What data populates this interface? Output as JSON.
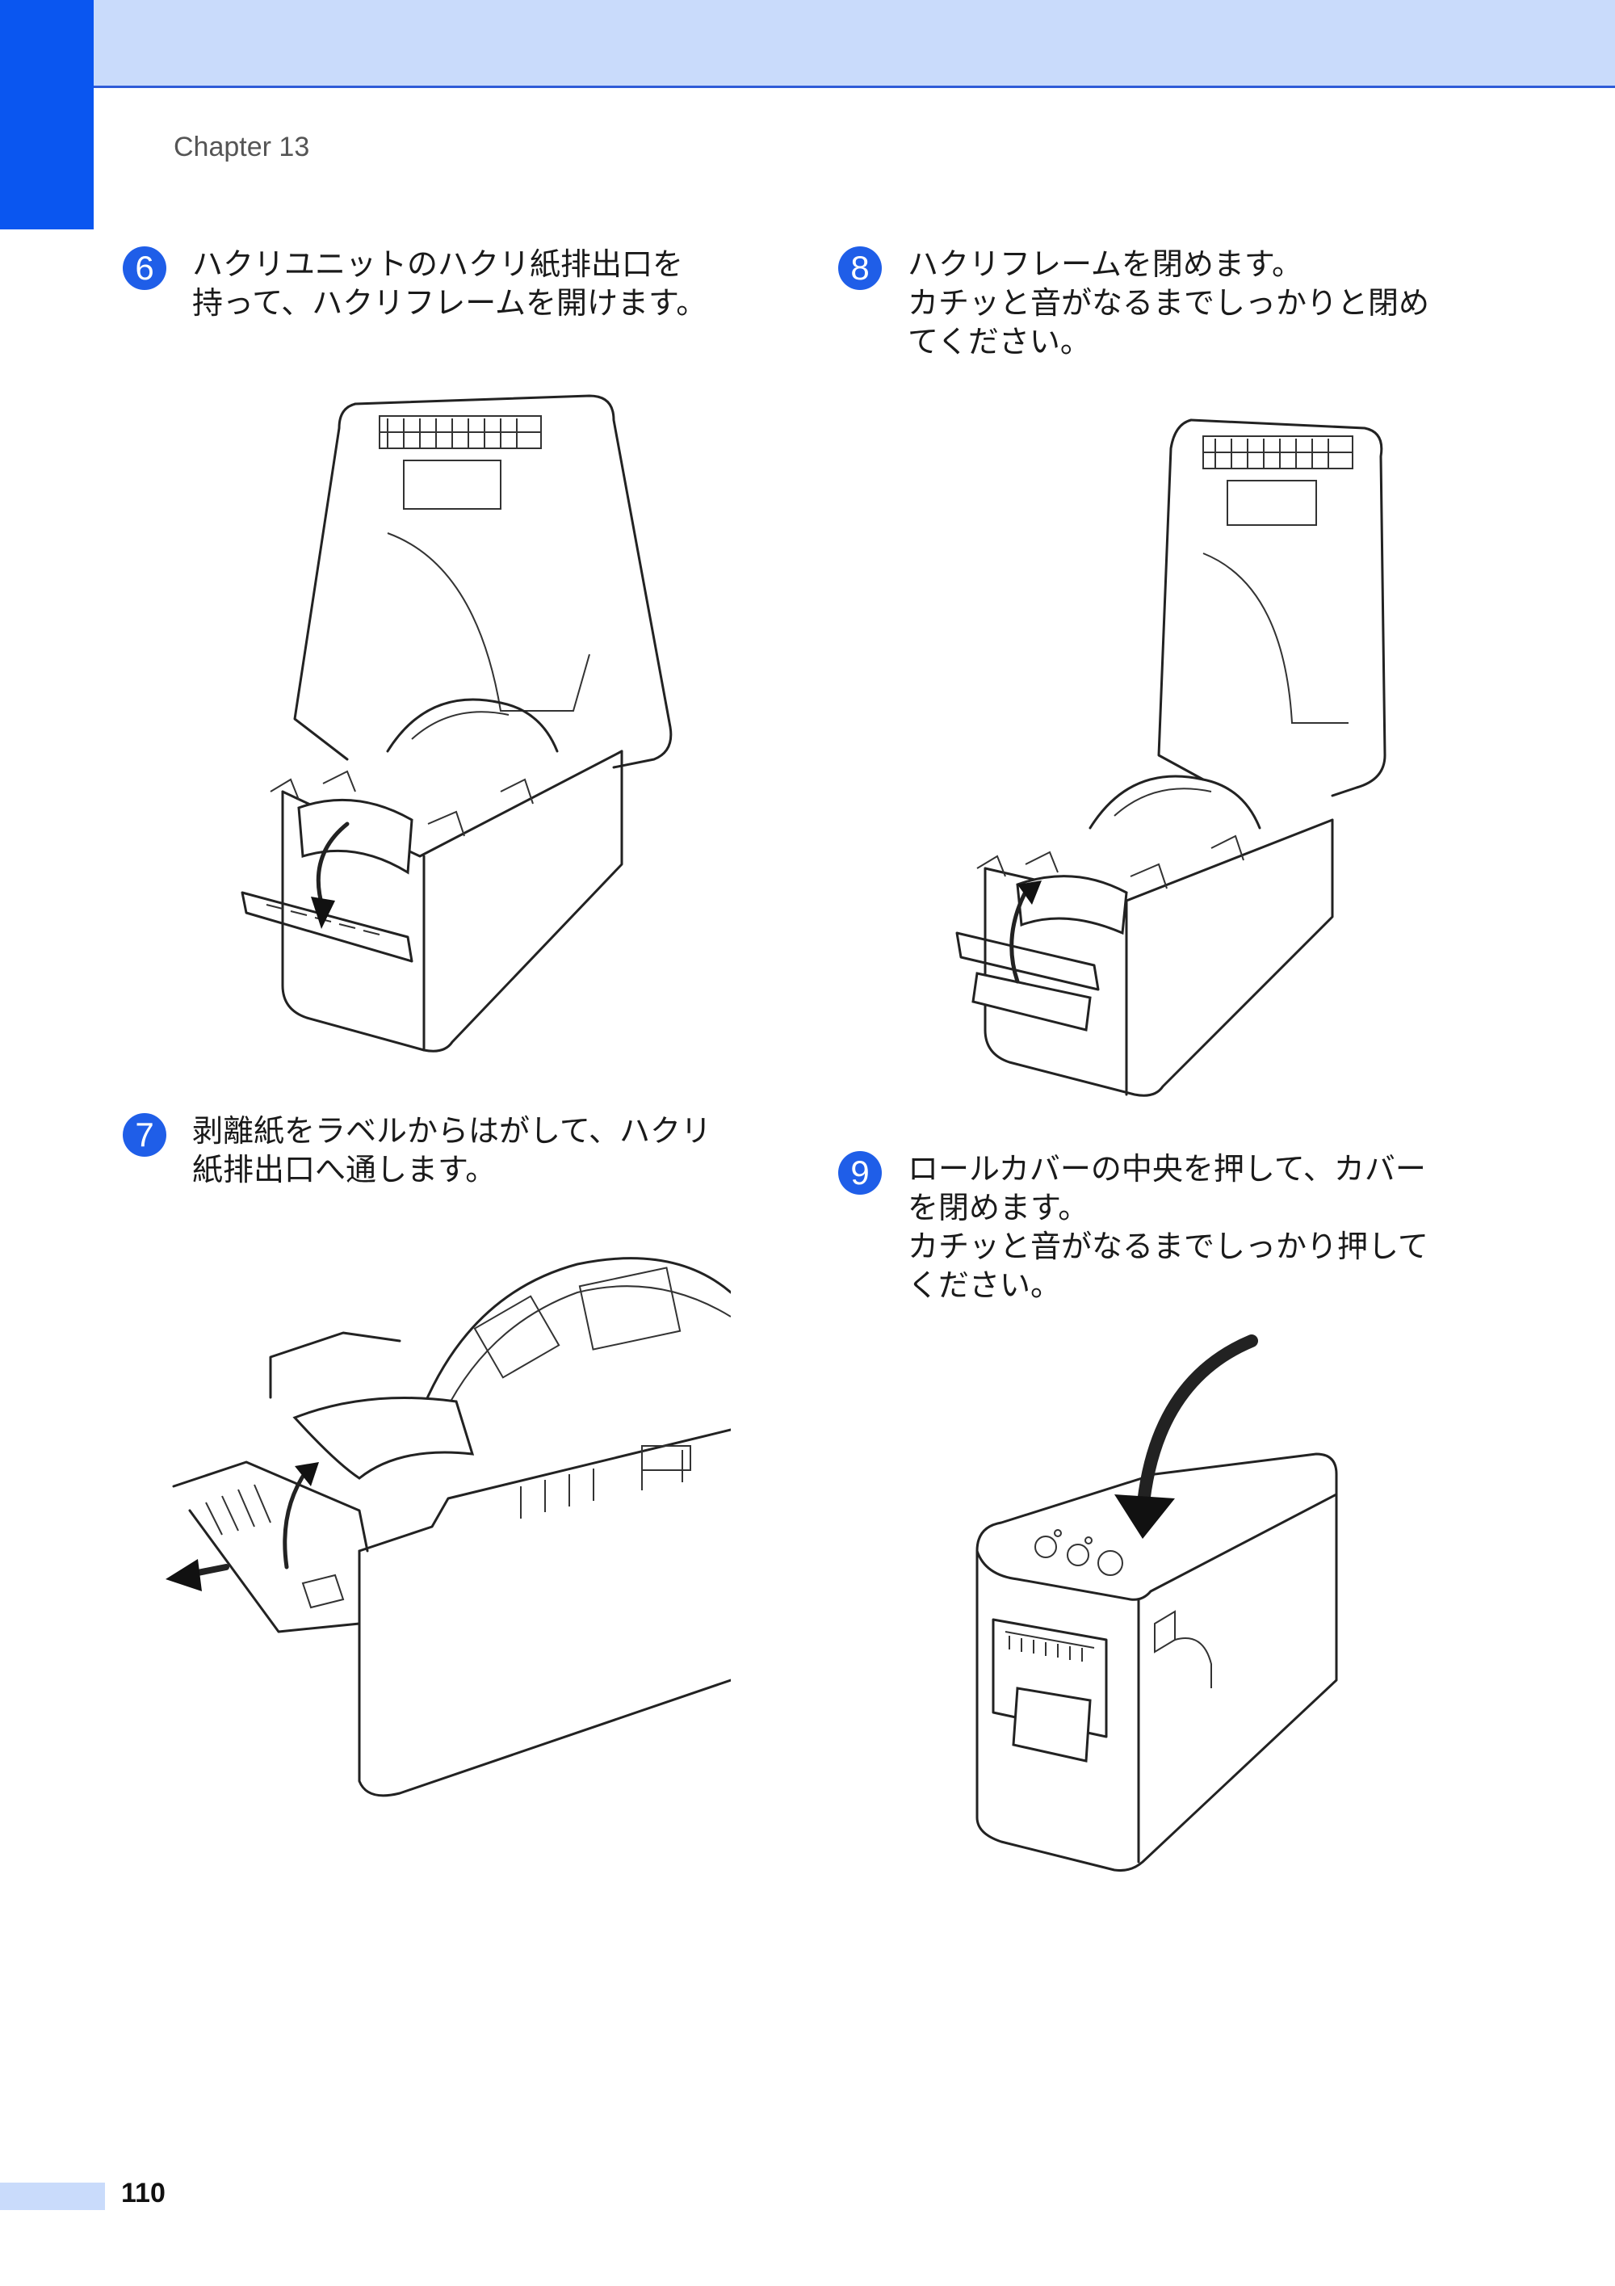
{
  "header": {
    "chapter": "Chapter 13"
  },
  "steps": [
    {
      "number": "6",
      "lines": [
        "ハクリユニットのハクリ紙排出口を",
        "持って、ハクリフレームを開けます。"
      ]
    },
    {
      "number": "7",
      "lines": [
        "剥離紙をラベルからはがして、ハクリ",
        "紙排出口へ通します。"
      ]
    },
    {
      "number": "8",
      "lines": [
        "ハクリフレームを閉めます。",
        "カチッと音がなるまでしっかりと閉め",
        "てください。"
      ]
    },
    {
      "number": "9",
      "lines": [
        "ロールカバーの中央を押して、カバー",
        "を閉めます。",
        "カチッと音がなるまでしっかり押して",
        "ください。"
      ]
    }
  ],
  "illustrations": [
    {
      "step": "6",
      "icon": "printer-peeler-open-icon"
    },
    {
      "step": "7",
      "icon": "liner-through-slot-icon"
    },
    {
      "step": "8",
      "icon": "printer-peeler-close-icon"
    },
    {
      "step": "9",
      "icon": "printer-cover-close-icon"
    }
  ],
  "footer": {
    "page_number": "110"
  },
  "colors": {
    "accent": "#0a56f0",
    "band": "#c9dbfb"
  }
}
